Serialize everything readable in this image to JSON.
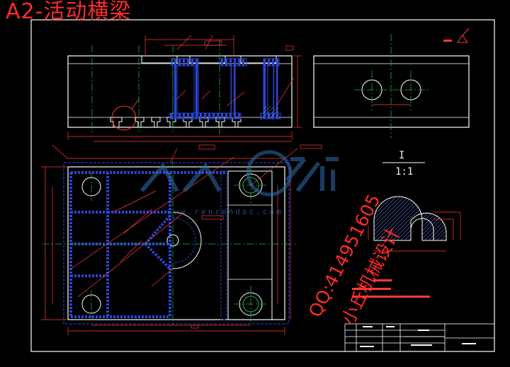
{
  "title": "A2-活动横梁",
  "section": {
    "name": "I",
    "scale": "1:1"
  },
  "watermark": {
    "qq": "QQ:414951605",
    "shop": "小丘机械设计",
    "site": "www.renrendoc.com"
  },
  "colors": {
    "background": "#000000",
    "outline": "#ffffff",
    "part": "#2a46d8",
    "centerline": "#17b43a",
    "dimension": "#ff3b3b",
    "hatch": "#6e8cff"
  },
  "icons": {
    "logo": "watermark-logo",
    "surface": "surface-finish-symbol"
  }
}
